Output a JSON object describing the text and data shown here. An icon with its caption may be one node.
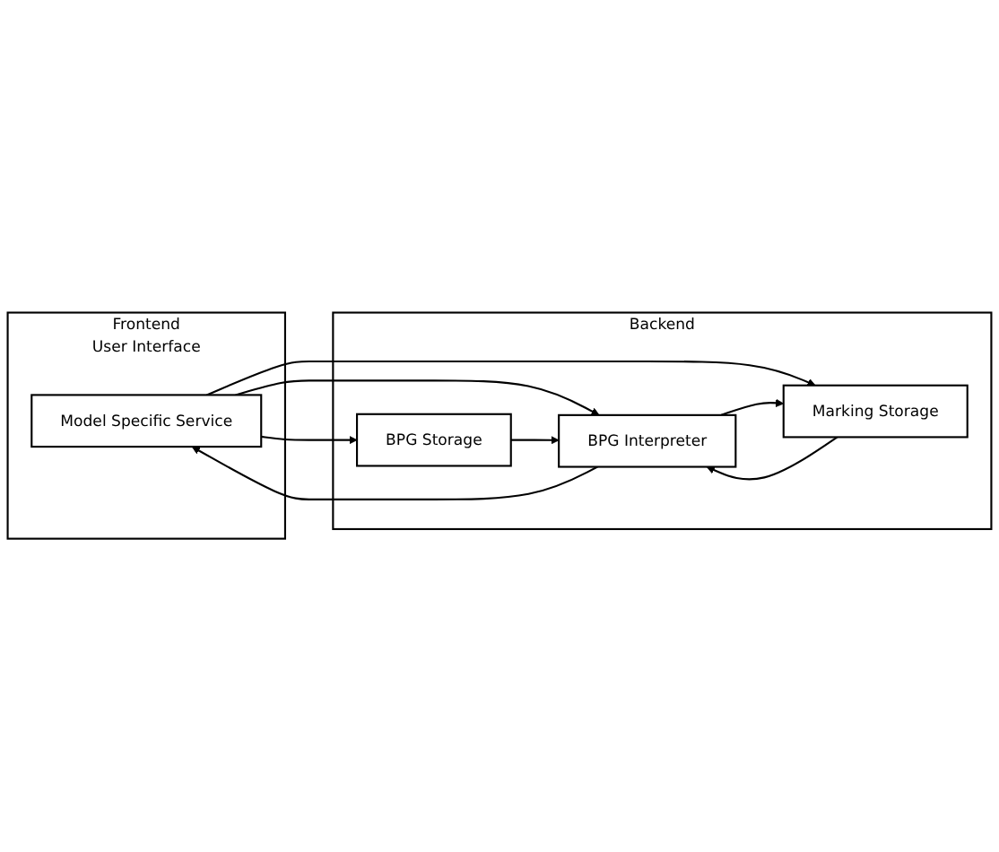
{
  "diagram": {
    "nodes": [
      {
        "text": [
          "Frontend",
          "User Interface"
        ]
      },
      {
        "text": [
          "Model Specific Service"
        ],
        "in": 0
      },
      {
        "text": [
          "Backend"
        ]
      },
      {
        "text": [
          "BPG Storage"
        ],
        "in": 2
      },
      {
        "text": [
          "BPG Interpreter"
        ],
        "in": 2
      },
      {
        "text": [
          "Marking Storage"
        ],
        "in": 2
      }
    ],
    "edges": [
      {
        "from": 1,
        "to": 3,
        "arrow": "to"
      },
      {
        "from": 1,
        "to": 4,
        "arrow": "to"
      },
      {
        "from": 4,
        "to": 1,
        "arrow": "to"
      },
      {
        "from": 1,
        "to": 5,
        "arrow": "to"
      },
      {
        "from": 3,
        "to": 4,
        "arrow": "to"
      },
      {
        "from": 4,
        "to": 5,
        "arrow": "to"
      },
      {
        "from": 5,
        "to": 4,
        "arrow": "to"
      }
    ]
  }
}
